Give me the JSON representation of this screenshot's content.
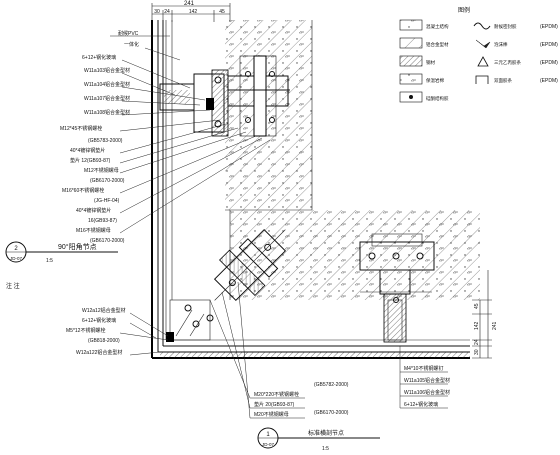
{
  "drawing": {
    "top_dims": {
      "total": "241",
      "parts": [
        "30",
        "24",
        "142",
        "45"
      ]
    },
    "left_labels": [
      "6+12+钢化玻璃",
      "W11a103铝合金型材",
      "W11a104铝合金型材",
      "W11a107铝合金型材",
      "W11a108铝合金型材",
      "M12*45不锈钢螺栓",
      "(GB5783-2000)",
      "40*4镀锌钢垫片",
      "垫片 12(GB93-87)",
      "M12不锈钢螺母",
      "(GB6170-2000)",
      "M16*60不锈钢螺栓",
      "(JG-HF-04)",
      "40*4镀锌钢垫片",
      "16(GB93-87)",
      "M16不锈钢螺母",
      "(GB6170-2000)"
    ],
    "top_small_labels": [
      "耐候PVC",
      "一体化"
    ],
    "callout_left": {
      "number": "2",
      "sheet": "JD-07",
      "title": "90°阳角节点",
      "scale": "1:5"
    },
    "callout_bottom": {
      "number": "1",
      "sheet": "JD-07",
      "title": "标准横剖节点",
      "scale": "1:5"
    },
    "lower_left_labels": [
      "W12a12铝合金型材",
      "6+12+钢化玻璃",
      "M5*12不锈钢螺栓",
      "(GB818-2000)",
      "W12a122铝合金型材"
    ],
    "bottom_center_labels": [
      "M20*220不锈钢螺栓",
      "垫片 20(GB93-87)",
      "M20不锈钢螺母",
      "(GB5782-2000)",
      "(GB6170-2000)"
    ],
    "bottom_right_labels": [
      "M4*10不锈钢螺钉",
      "W11a105铝合金型材",
      "W11a106铝合金型材",
      "6+12+钢化玻璃"
    ],
    "right_dims": [
      "45",
      "142",
      "24",
      "30",
      "241"
    ],
    "small_note": "注 注",
    "legend_title": "图例",
    "legend": [
      {
        "label": "混凝土结构",
        "code": ""
      },
      {
        "label": "铝合金型材",
        "code": ""
      },
      {
        "label": "钢材",
        "code": ""
      },
      {
        "label": "保温岩棉",
        "code": ""
      },
      {
        "label": "硅酮结构胶",
        "code": ""
      },
      {
        "label": "耐候密封胶",
        "code": "(EPDM)"
      },
      {
        "label": "泡沫棒",
        "code": "(EPDM)"
      },
      {
        "label": "三元乙丙胶条",
        "code": "(EPDM)"
      },
      {
        "label": "双面胶条",
        "code": "(EPDM)"
      }
    ]
  }
}
